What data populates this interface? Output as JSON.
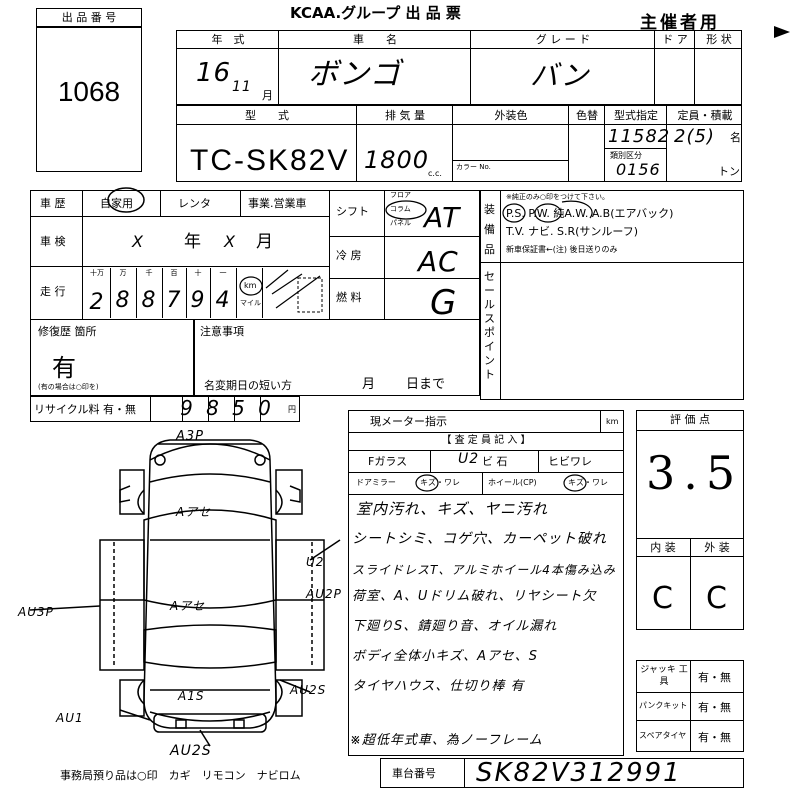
{
  "header": {
    "title": "KCAA.グループ 出 品 票",
    "organizer": "主催者用",
    "lot_label": "出 品 番 号",
    "lot_number": "1068"
  },
  "labels": {
    "year": "年　式",
    "car_name": "車　　名",
    "grade": "グ レ ー ド",
    "doors": "ド ア",
    "body_type": "形 状",
    "model": "型　　式",
    "displacement": "排 気 量",
    "exterior_color": "外装色",
    "color_change": "色替",
    "type_designation": "型式指定",
    "capacity": "定員・積載",
    "category": "類別区分",
    "color_no": "カラー No.",
    "cc": "c.c.",
    "persons": "名",
    "tons": "トン",
    "history": "車 歴",
    "private": "自家用",
    "rental": "レンタ",
    "business": "事業.営業車",
    "shift": "シフト",
    "shift_options": [
      "フロア",
      "コラム",
      "パネル"
    ],
    "equipment": "装 備 品",
    "equip_note": "※純正のみ○印をつけて下さい。",
    "equip_line1": "P.S. P.W. 純A.W. A.B(エアバック)",
    "equip_line2": "T.V. ナビ. S.R(サンルーフ)",
    "equip_line3": "新車保証書←(注) 後日送りのみ",
    "inspection": "車 検",
    "inspection_year": "年",
    "inspection_month": "月",
    "ac": "冷 房",
    "mileage": "走 行",
    "mileage_digits": [
      "十万",
      "万",
      "千",
      "百",
      "十",
      "一"
    ],
    "km": "km",
    "miles": "マイル",
    "fuel": "燃 料",
    "sales_point": "セールスポイント",
    "repair": "修復歴 箇所",
    "repair_note": "(有の場合は○印を)",
    "notes": "注意事項",
    "deadline": "名変期日の短い方",
    "deadline_month": "月",
    "deadline_day": "日まで",
    "recycle": "リサイクル料 有・無",
    "yen": "円",
    "meter": "現メーター指示",
    "inspector": "【 査 定 員 記 入 】",
    "windshield": "Fガラス",
    "chip": "ビ 石",
    "crack": "ヒビワレ",
    "door_mirror": "ドアミラー",
    "mirror_opts": "キズ・ワレ",
    "wheel": "ホイール(CP)",
    "wheel_opts": "キズ・ワレ",
    "score": "評 価 点",
    "interior": "内 装",
    "exterior": "外 装",
    "jack": "ジャッキ 工 具",
    "puncture_kit": "パンクキット",
    "spare_tire": "スペアタイヤ",
    "yes_no": "有・無",
    "office_items": "事務局預り品は○印　カギ　リモコン　ナビロム",
    "chassis": "車台番号"
  },
  "values": {
    "year_h": "16",
    "year_m": "11",
    "month_mark": "月",
    "car_name": "ボンゴ",
    "grade": "バン",
    "model": "TC-SK82V",
    "displacement": "1800",
    "type_designation": "11582",
    "capacity": "2(5)",
    "category": "0156",
    "shift": "AT",
    "inspection_year": "X",
    "inspection_month": "X",
    "ac": "AC",
    "mileage": [
      "2",
      "8",
      "8",
      "7",
      "9",
      "4"
    ],
    "fuel": "G",
    "repair": "有",
    "recycle_amount": [
      "9",
      "8",
      "5",
      "0"
    ],
    "chip_mark": "U2",
    "mirror_mark": "キズ",
    "wheel_mark": "キズ",
    "remarks": [
      "室内汚れ、キズ、ヤニ汚れ",
      "シートシミ、コゲ穴、カーペット破れ",
      "スライドレスT、アルミホイール4本傷み込み",
      "荷室、A、Uドリム破れ、リヤシート欠",
      "下廻りS、錆廻り音、オイル漏れ",
      "ボディ全体小キズ、Aアセ、S",
      "タイヤハウス、仕切り棒 有",
      "※超低年式車、為ノーフレーム"
    ],
    "score": "3.5",
    "interior": "C",
    "exterior": "C",
    "chassis_number": "SK82V312991",
    "diagram_notes": {
      "a3p": "A3P",
      "roof": "Aアセ",
      "hood": "Aアセ",
      "rear": "A1S",
      "side_left": "AU3P",
      "side_right_top": "U2",
      "side_right": "AU2P",
      "side_right_low": "AU2S",
      "front_left": "AU1",
      "front_bottom": "AU2S"
    }
  }
}
